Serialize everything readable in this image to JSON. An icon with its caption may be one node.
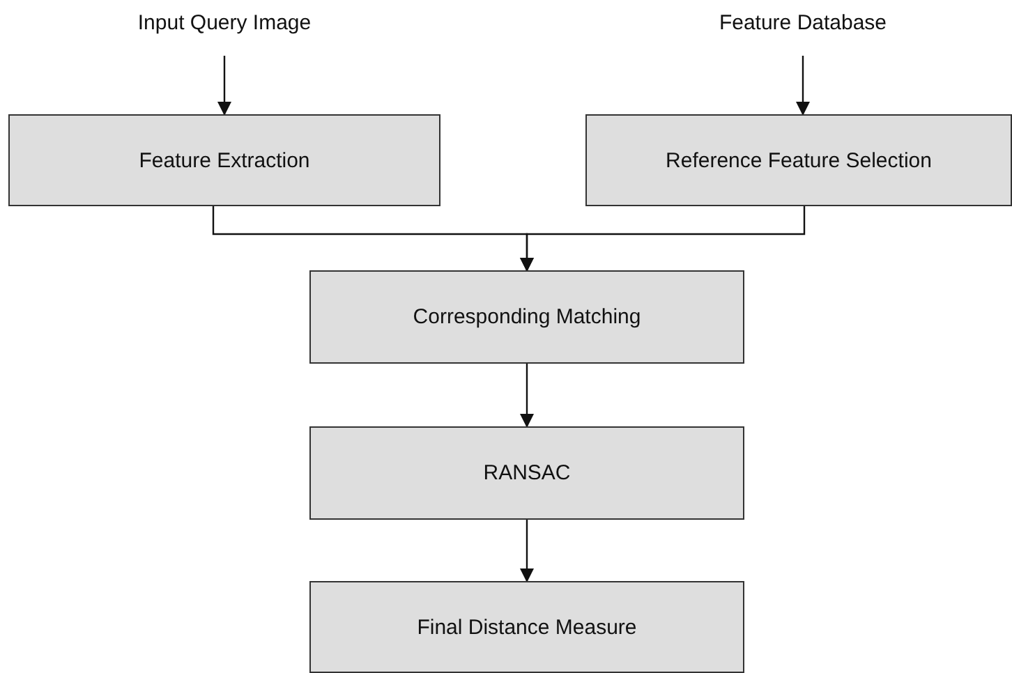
{
  "diagram": {
    "nodes": [
      {
        "text": [
          "Input Query Image"
        ]
      },
      {
        "text": [
          "Feature Database"
        ]
      },
      {
        "text": [
          "Feature Extraction"
        ]
      },
      {
        "text": [
          "Reference Feature Selection"
        ]
      },
      {
        "text": [
          "Corresponding Matching"
        ]
      },
      {
        "text": [
          "RANSAC"
        ]
      },
      {
        "text": [
          "Final Distance Measure"
        ]
      }
    ],
    "edges": [
      {
        "from": 0,
        "to": 2,
        "arrow": "to"
      },
      {
        "from": 1,
        "to": 3,
        "arrow": "to"
      },
      {
        "from": 2,
        "to": 4,
        "arrow": "to"
      },
      {
        "from": 3,
        "to": 4,
        "arrow": "to"
      },
      {
        "from": 4,
        "to": 5,
        "arrow": "to"
      },
      {
        "from": 5,
        "to": 6,
        "arrow": "to"
      }
    ]
  }
}
